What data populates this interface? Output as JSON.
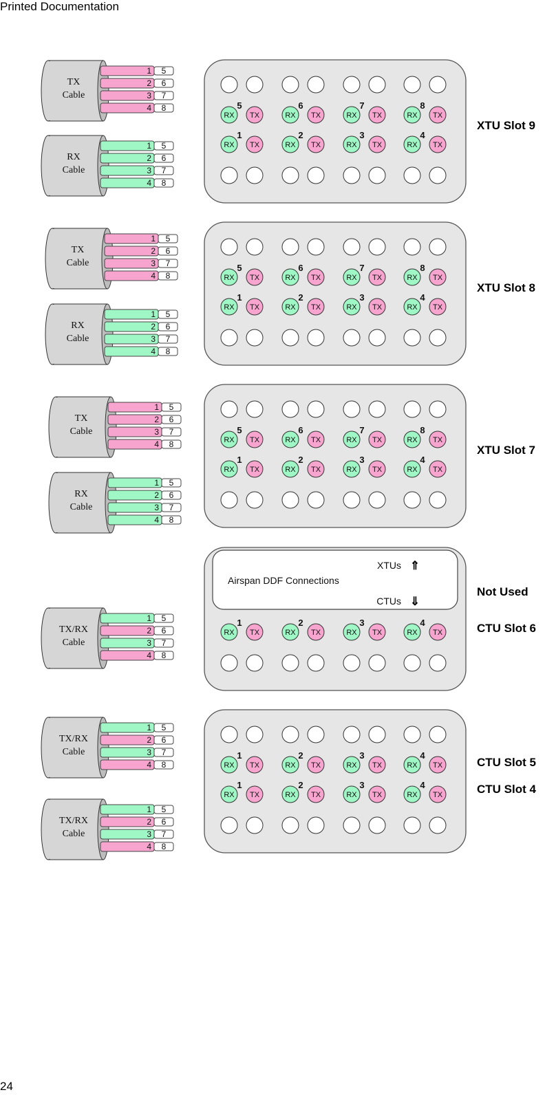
{
  "header": {
    "title": "Printed Documentation"
  },
  "footer": {
    "page_number": "24"
  },
  "colors": {
    "rx": "#9ef7c4",
    "tx": "#f7a4cf",
    "panel": "#e6e6e6",
    "cable": "#d6d6d6"
  },
  "panels": [
    {
      "rows": [
        {
          "type": "empty"
        },
        {
          "type": "port",
          "nums": [
            "5",
            "6",
            "7",
            "8"
          ]
        },
        {
          "type": "port",
          "nums": [
            "1",
            "2",
            "3",
            "4"
          ]
        },
        {
          "type": "empty"
        }
      ],
      "slot_labels": [
        "XTU Slot 9"
      ],
      "cables": [
        {
          "line1": "TX",
          "line2": "Cable",
          "wire_colors": [
            "tx",
            "tx",
            "tx",
            "tx"
          ]
        },
        {
          "line1": "RX",
          "line2": "Cable",
          "wire_colors": [
            "rx",
            "rx",
            "rx",
            "rx"
          ]
        }
      ]
    },
    {
      "rows": [
        {
          "type": "empty"
        },
        {
          "type": "port",
          "nums": [
            "5",
            "6",
            "7",
            "8"
          ]
        },
        {
          "type": "port",
          "nums": [
            "1",
            "2",
            "3",
            "4"
          ]
        },
        {
          "type": "empty"
        }
      ],
      "slot_labels": [
        "XTU Slot 8"
      ],
      "cables": [
        {
          "line1": "TX",
          "line2": "Cable",
          "wire_colors": [
            "tx",
            "tx",
            "tx",
            "tx"
          ]
        },
        {
          "line1": "RX",
          "line2": "Cable",
          "wire_colors": [
            "rx",
            "rx",
            "rx",
            "rx"
          ]
        }
      ]
    },
    {
      "rows": [
        {
          "type": "empty"
        },
        {
          "type": "port",
          "nums": [
            "5",
            "6",
            "7",
            "8"
          ]
        },
        {
          "type": "port",
          "nums": [
            "1",
            "2",
            "3",
            "4"
          ]
        },
        {
          "type": "empty"
        }
      ],
      "slot_labels": [
        "XTU Slot 7"
      ],
      "cables": [
        {
          "line1": "TX",
          "line2": "Cable",
          "wire_colors": [
            "tx",
            "tx",
            "tx",
            "tx"
          ]
        },
        {
          "line1": "RX",
          "line2": "Cable",
          "wire_colors": [
            "rx",
            "rx",
            "rx",
            "rx"
          ]
        }
      ]
    },
    {
      "rows": [
        {
          "type": "box"
        },
        {
          "type": "port",
          "nums": [
            "1",
            "2",
            "3",
            "4"
          ]
        },
        {
          "type": "empty"
        }
      ],
      "slot_labels": [
        "Not Used",
        "CTU Slot 6"
      ],
      "box": {
        "title": "Airspan DDF Connections",
        "up_label": "XTUs",
        "up_arrow": "⇑",
        "down_label": "CTUs",
        "down_arrow": "⇓"
      },
      "cables": [
        {
          "line1": "TX/RX",
          "line2": "Cable",
          "wire_colors": [
            "rx",
            "tx",
            "rx",
            "tx"
          ]
        }
      ]
    },
    {
      "rows": [
        {
          "type": "empty"
        },
        {
          "type": "port",
          "nums": [
            "1",
            "2",
            "3",
            "4"
          ]
        },
        {
          "type": "port",
          "nums": [
            "1",
            "2",
            "3",
            "4"
          ]
        },
        {
          "type": "empty"
        }
      ],
      "slot_labels": [
        "CTU Slot 5",
        "CTU Slot 4"
      ],
      "cables": [
        {
          "line1": "TX/RX",
          "line2": "Cable",
          "wire_colors": [
            "rx",
            "tx",
            "rx",
            "tx"
          ]
        },
        {
          "line1": "TX/RX",
          "line2": "Cable",
          "wire_colors": [
            "rx",
            "tx",
            "rx",
            "tx"
          ]
        }
      ]
    }
  ],
  "wire_numbers": [
    "1",
    "2",
    "3",
    "4"
  ],
  "pair_numbers": [
    "5",
    "6",
    "7",
    "8"
  ],
  "port_labels": {
    "rx": "RX",
    "tx": "TX"
  }
}
